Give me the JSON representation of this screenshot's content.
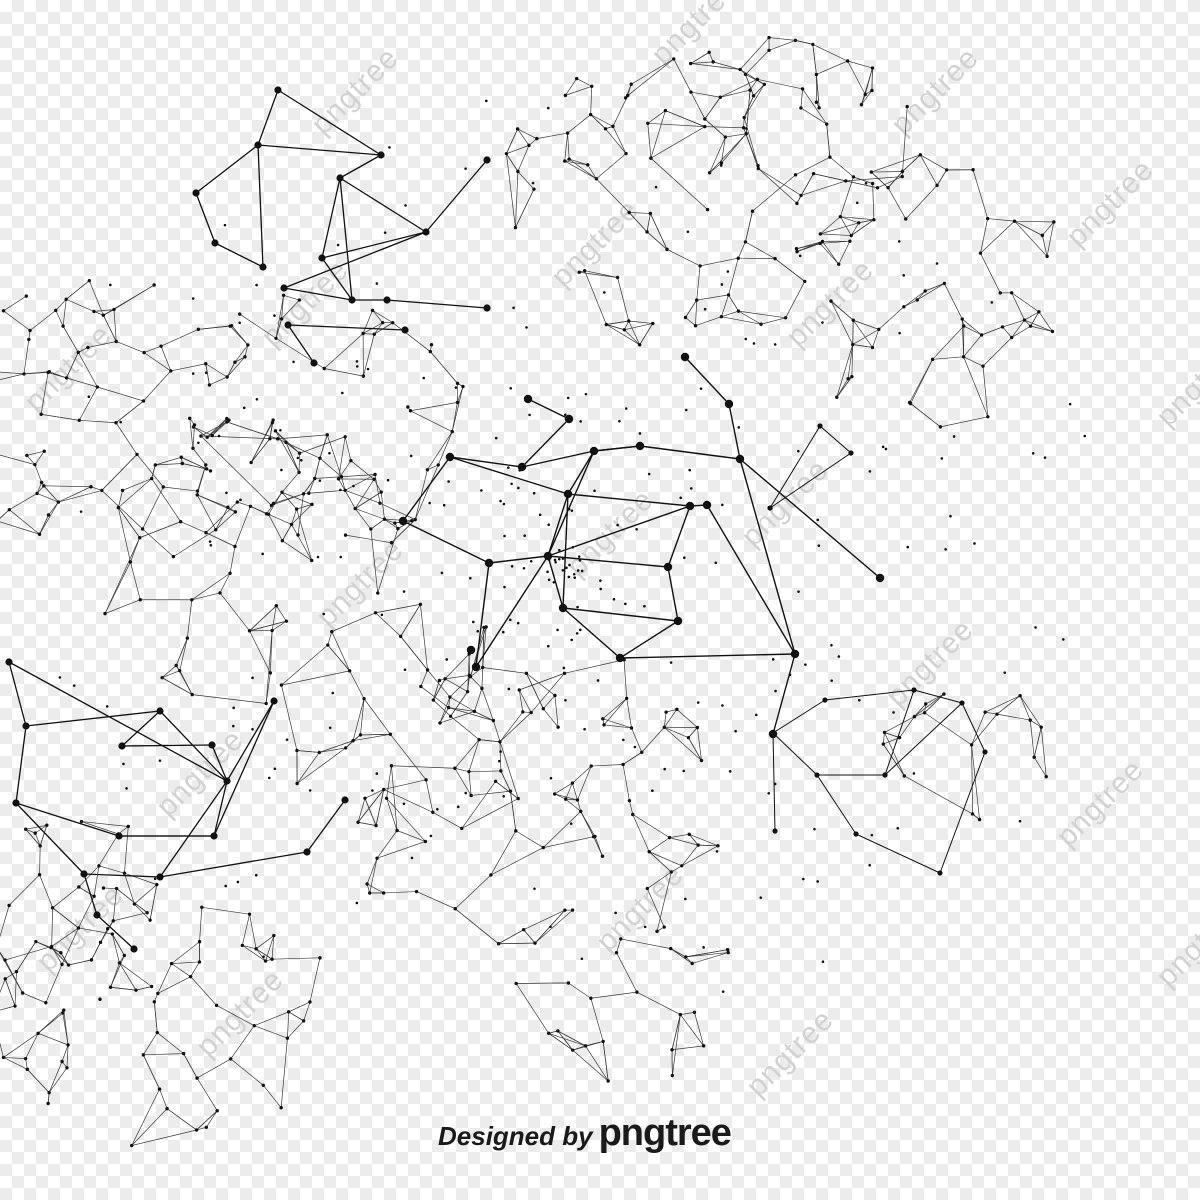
{
  "watermark": {
    "text": "pngtree",
    "color": "#d2d2d2"
  },
  "credit": {
    "prefix": "Designed by",
    "brand": "pngtree",
    "color": "#1a1a1a"
  },
  "artwork": {
    "subject": "network-mesh",
    "ink_color": "#111111",
    "fine_line_color": "#3a3a3a",
    "background": "transparency-checkerboard"
  }
}
